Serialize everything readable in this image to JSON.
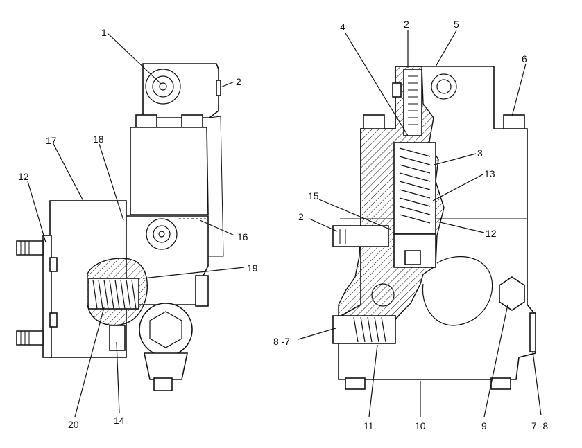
{
  "callouts": {
    "c1": "1",
    "c2a": "2",
    "c17": "17",
    "c18": "18",
    "c12a": "12",
    "c16": "16",
    "c19": "19",
    "c20": "20",
    "c14": "14",
    "c4": "4",
    "c2b": "2",
    "c5": "5",
    "c6": "6",
    "c3": "3",
    "c13": "13",
    "c15": "15",
    "c2c": "2",
    "c12b": "12",
    "c87": "8 -7",
    "c11": "11",
    "c10": "10",
    "c9": "9",
    "c78": "7 -8"
  }
}
